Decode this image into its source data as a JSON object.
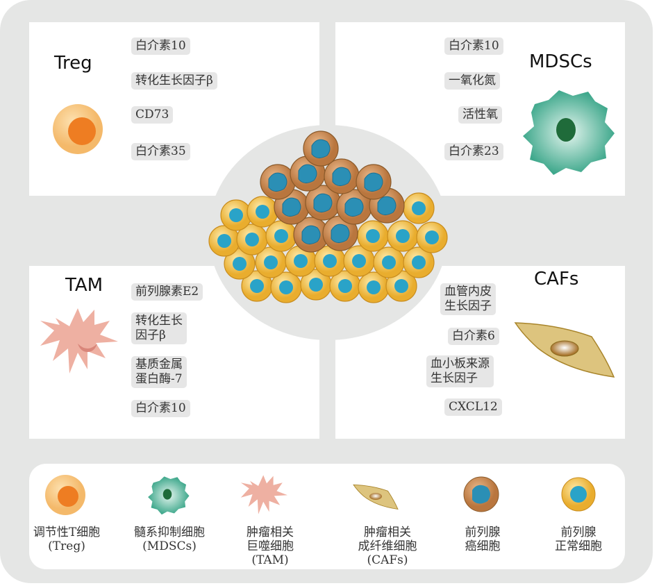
{
  "panels": {
    "treg": {
      "title": "Treg",
      "tags": [
        "白介素10",
        "转化生长因子β",
        "CD73",
        "白介素35"
      ]
    },
    "mdscs": {
      "title": "MDSCs",
      "tags": [
        "白介素10",
        "一氧化氮",
        "活性氧",
        "白介素23"
      ]
    },
    "tam": {
      "title": "TAM",
      "tags": [
        "前列腺素E2",
        "转化生长\n因子β",
        "基质金属\n蛋白酶-7",
        "白介素10"
      ]
    },
    "cafs": {
      "title": "CAFs",
      "tags": [
        "血管内皮\n生长因子",
        "白介素6",
        "血小板来源\n生长因子",
        "CXCL12"
      ]
    }
  },
  "legend": [
    {
      "label": "调节性T细胞\n(Treg)"
    },
    {
      "label": "髓系抑制细胞\n(MDSCs)"
    },
    {
      "label": "肿瘤相关\n巨噬细胞\n(TAM)"
    },
    {
      "label": "肿瘤相关\n成纤维细胞\n(CAFs)"
    },
    {
      "label": "前列腺\n癌细胞"
    },
    {
      "label": "前列腺\n正常细胞"
    }
  ],
  "colors": {
    "treg": "#f4b96a",
    "treg_nucleus": "#ee7d22",
    "mdsc": "#4fb39a",
    "tam": "#eeb0a2",
    "caf": "#dcc47a",
    "normal": "#f2c24a",
    "nucleus": "#2aa3c8",
    "cancer": "#c98a54"
  }
}
